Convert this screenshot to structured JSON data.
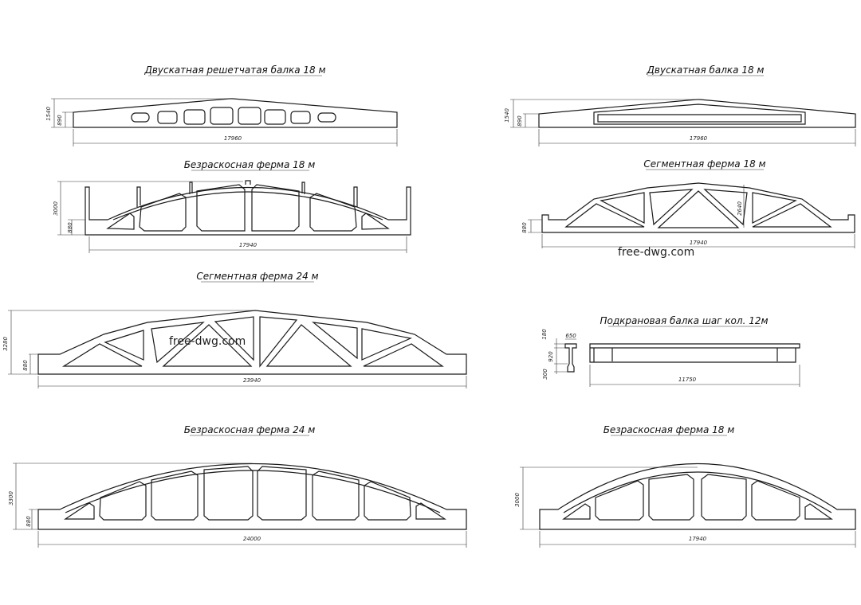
{
  "drawings": [
    {
      "title": "Двускатная решетчатая балка 18 м",
      "dims": [
        "1540",
        "890",
        "17960"
      ]
    },
    {
      "title": "Двускатная  балка 18 м",
      "dims": [
        "1540",
        "890",
        "17960"
      ]
    },
    {
      "title": "Безраскосная ферма 18 м",
      "dims": [
        "3000",
        "880",
        "17940"
      ]
    },
    {
      "title": "Сегментная  ферма 18 м",
      "dims": [
        "880",
        "2640",
        "17940"
      ]
    },
    {
      "title": "Сегментная ферма 24 м",
      "dims": [
        "3280",
        "880",
        "23940"
      ]
    },
    {
      "title": "Подкрановая балка шаг кол. 12м",
      "dims": [
        "180",
        "650",
        "920",
        "300",
        "11750"
      ]
    },
    {
      "title": "Безраскосная ферма 24 м",
      "dims": [
        "3300",
        "880",
        "24000"
      ]
    },
    {
      "title": "Безраскосная ферма 18 м",
      "dims": [
        "3000",
        "17940"
      ]
    }
  ],
  "watermarks": [
    "free-dwg.com",
    "free-dwg.com"
  ]
}
